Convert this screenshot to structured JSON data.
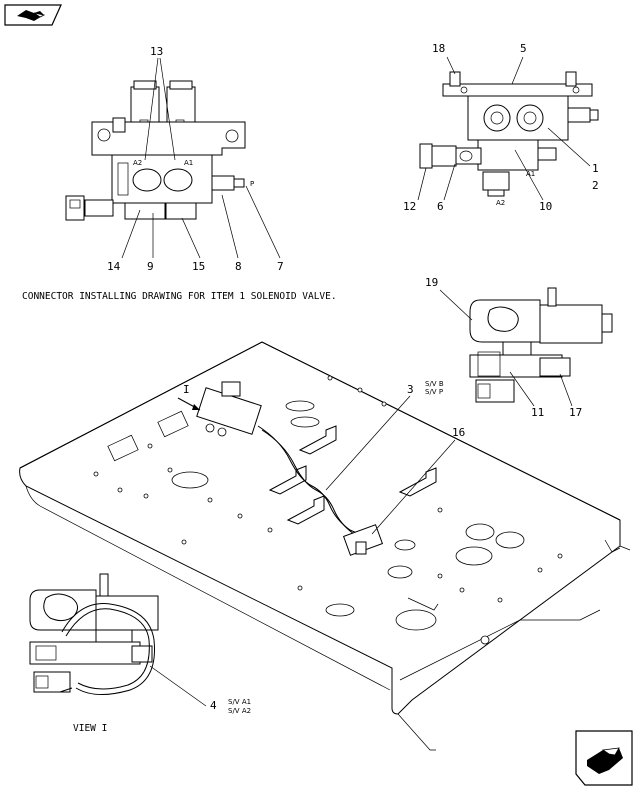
{
  "caption": "CONNECTOR INSTALLING DRAWING FOR ITEM 1 SOLENOID VALVE.",
  "view_label": "VIEW I",
  "view_marker": "I",
  "callouts": {
    "c1": "1",
    "c2": "2",
    "c3": "3",
    "c4": "4",
    "c5": "5",
    "c6": "6",
    "c7": "7",
    "c8": "8",
    "c9": "9",
    "c10": "10",
    "c11": "11",
    "c12": "12",
    "c13": "13",
    "c14": "14",
    "c15": "15",
    "c16": "16",
    "c17": "17",
    "c18": "18",
    "c19": "19"
  },
  "port_labels": {
    "a1_left": "A1",
    "a2_left": "A2",
    "p_left": "P",
    "a1_right": "A1",
    "a2_right": "A2"
  },
  "wire_tags": {
    "sv_b_1": "S/V B",
    "sv_p_1": "S/V P",
    "sv_a1": "S/V A1",
    "sv_a2": "S/V A2"
  },
  "nav": {
    "prev_icon": "previous-page-icon",
    "next_icon": "next-page-icon"
  }
}
